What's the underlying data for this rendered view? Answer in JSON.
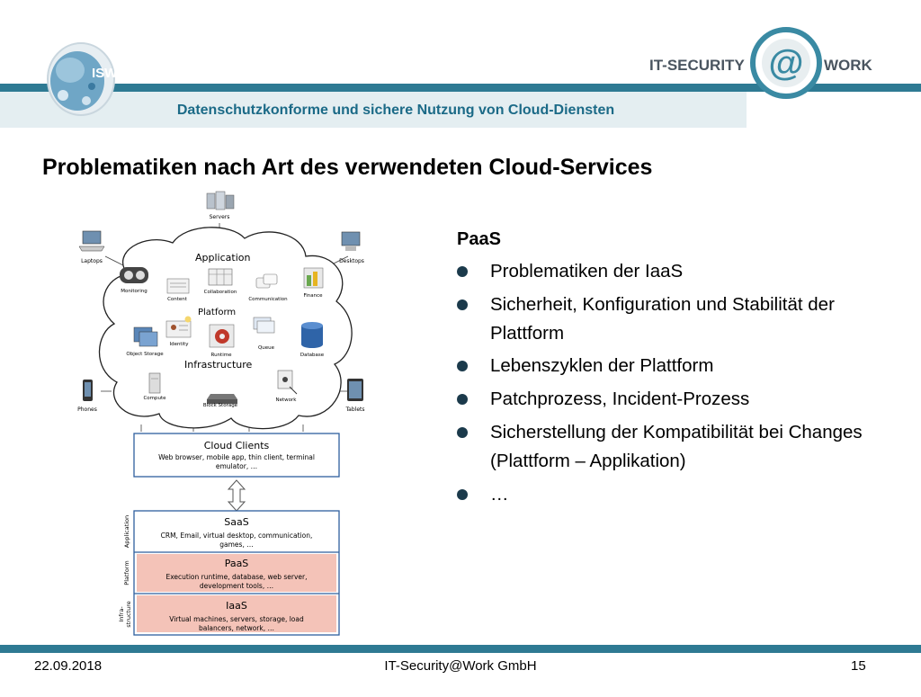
{
  "header": {
    "subtitle": "Datenschutzkonforme und sichere Nutzung von Cloud-Diensten",
    "left_logo_text": "ISW",
    "right_logo_left": "IT-SECURITY",
    "right_logo_right": "WORK"
  },
  "slide": {
    "title": "Problematiken nach Art des verwendeten Cloud-Services",
    "section_heading": "PaaS",
    "bullets": [
      "Problematiken der IaaS",
      "Sicherheit, Konfiguration und Stabilität der Plattform",
      "Lebenszyklen der Plattform",
      "Patchprozess, Incident-Prozess",
      "Sicherstellung der Kompatibilität bei Changes (Plattform – Applikation)",
      "…"
    ]
  },
  "diagram": {
    "outer_devices": [
      "Servers",
      "Laptops",
      "Desktops",
      "Phones",
      "Tablets"
    ],
    "layer_labels": [
      "Application",
      "Platform",
      "Infrastructure"
    ],
    "cloud_items": [
      "Monitoring",
      "Content",
      "Collaboration",
      "Communication",
      "Finance",
      "Identity",
      "Runtime",
      "Queue",
      "Object Storage",
      "Database",
      "Compute",
      "Block Storage",
      "Network"
    ],
    "clients_box": {
      "title": "Cloud Clients",
      "desc": "Web browser, mobile app, thin client, terminal emulator, …"
    },
    "stack": [
      {
        "side": "Application",
        "title": "SaaS",
        "desc": "CRM, Email, virtual desktop, communication, games, …",
        "fill": "#ffffff"
      },
      {
        "side": "Platform",
        "title": "PaaS",
        "desc": "Execution runtime, database, web server, development tools, …",
        "fill": "#f4c3b8"
      },
      {
        "side": "Infra-structure",
        "title": "IaaS",
        "desc": "Virtual machines, servers, storage, load balancers, network, …",
        "fill": "#f4c3b8"
      }
    ]
  },
  "footer": {
    "date": "22.09.2018",
    "company": "IT-Security@Work GmbH",
    "page": "15"
  },
  "colors": {
    "band": "#2e7a93",
    "subtitle_text": "#1b6a87",
    "highlight": "#f4c3b8",
    "box_border": "#2e5f9e"
  }
}
